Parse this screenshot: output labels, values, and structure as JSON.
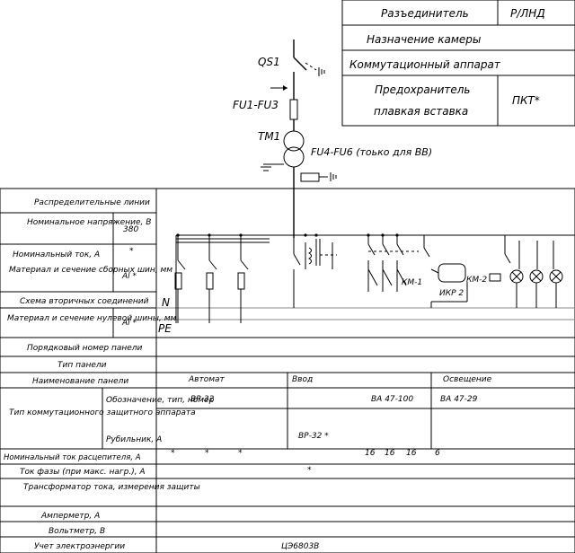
{
  "legend": {
    "row1_name": "Разъединитель",
    "row1_type": "Р/ЛНД",
    "row2": "Назначение камеры",
    "row3": "Коммутационный аппарат",
    "row4_line1": "Предохранитель",
    "row4_line2": "плавкая вставка",
    "row4_type": "ПКТ*"
  },
  "diagram": {
    "qs1": "QS1",
    "fu1": "FU1-FU3",
    "tm1": "TM1",
    "fu4": "FU4-FU6 (тоько для ВВ)",
    "n_label": "N",
    "pe_label": "PE",
    "km1": "КМ-1",
    "km2": "КМ-2",
    "ikr": "ИКР 2"
  },
  "table": {
    "distribution_lines": "Распределительные линии",
    "nominal_voltage_label": "Номинальное напряжение, В",
    "nominal_voltage_value": "380",
    "nominal_current_label": "Номинальный ток, А",
    "nominal_current_value": "*",
    "material_label": "Материал и сечение сборных шин, мм",
    "material_value": "Al *",
    "link_label": "Схема вторичных соединений",
    "material2_label": "Материал и сечение нулевой шины, мм",
    "material2_value": "Al *",
    "panel_number": "Порядковый номер панели",
    "panel_type": "Тип панели",
    "circuit_name": "Наименование панели",
    "col_a": "Автомат",
    "col_b": "Ввод",
    "col_c": "Освещение",
    "vr": "ВР-32",
    "va1": "ВА 47-100",
    "va2": "ВА 47-29",
    "apparatus_type": "Тип коммутационного защитного аппарата",
    "apparatus_desc": "Обозначение, тип, номер",
    "apparatus_sub": "Рубильник, А",
    "vp_value": "ВР-32 *",
    "nominal_release_label": "Номинальный ток расцепителя, А",
    "release_values": [
      "*",
      "*",
      "*",
      "16",
      "16",
      "16",
      "6"
    ],
    "phase_current_label": "Ток фазы (при макс. нагр.), А",
    "phase_current_value": "*",
    "transformer_label": "Трансформатор тока, измерения защиты",
    "ammeter_label": "Амперметр, А",
    "voltmeter_label": "Вольтметр, В",
    "meter_label": "Учет электроэнергии",
    "meter_value": "ЦЭ6803В"
  }
}
